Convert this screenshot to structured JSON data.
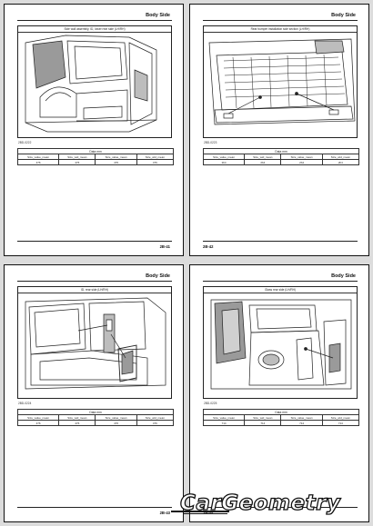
{
  "pages": [
    {
      "header": "Body Side",
      "figure_caption": "Side wall assembly, ID, lower rear side (LH/RH)",
      "figure_code": "2BD-0222",
      "table": {
        "title": "Data mm",
        "headers": [
          "Size_value_mean",
          "Size_wid_mean",
          "Size_value_mean",
          "Size_wid_mean"
        ],
        "values": [
          "476",
          "476",
          "476",
          "476"
        ]
      },
      "footer": "2B-41"
    },
    {
      "header": "Body Side",
      "figure_caption": "Rear bumper installation side section (LH/RH)",
      "figure_code": "2BD-0223",
      "table": {
        "title": "Data mm",
        "headers": [
          "Size_value_mean",
          "Size_wid_mean",
          "Size_value_mean",
          "Size_wid_mean"
        ],
        "values": [
          "2b4",
          "2b4",
          "2b4",
          "2b4"
        ]
      },
      "footer": "2B-42"
    },
    {
      "header": "Body Side",
      "figure_caption": "ID, rear side (LH/RH)",
      "figure_code": "2BD-0224",
      "table": {
        "title": "Data mm",
        "headers": [
          "Size_value_mean",
          "Size_wid_mean",
          "Size_value_mean",
          "Size_wid_mean"
        ],
        "values": [
          "476",
          "476",
          "476",
          "476"
        ]
      },
      "footer": "2B-43"
    },
    {
      "header": "Body Side",
      "figure_caption": "Glass rear side (LH/RH)",
      "figure_code": "2BD-0225",
      "table": {
        "title": "Data mm",
        "headers": [
          "Size_value_mean",
          "Size_wid_mean",
          "Size_value_mean",
          "Size_wid_mean"
        ],
        "values": [
          "714",
          "714",
          "714",
          "714"
        ]
      },
      "footer": "2B-44"
    }
  ],
  "watermark": "CarGeometry"
}
